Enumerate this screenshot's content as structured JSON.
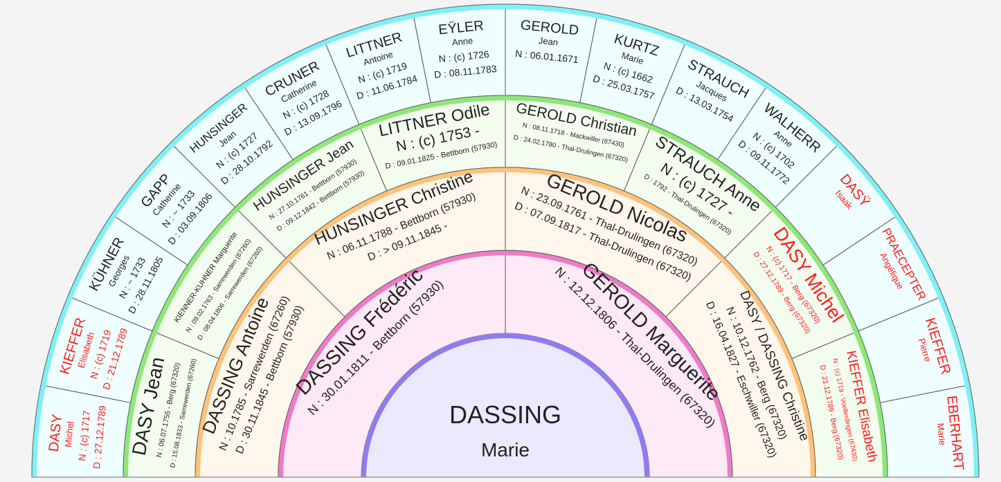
{
  "colors": {
    "text": "#222222",
    "highlight": "#ff1a1a",
    "root_fill": "#ece9fd",
    "root_band": "#8f7cf0",
    "gen1_fill": "#fdeaf6",
    "gen1_band": "#f07ac8",
    "gen2_fill": "#fff6ec",
    "gen2_band": "#ffc27a",
    "gen3_fill": "#f3fdef",
    "gen3_band": "#8ee878",
    "gen4_fill": "#effeff",
    "gen4_band": "#7ff0f5"
  },
  "root": {
    "surname": "DASSING",
    "given": "Marie"
  },
  "parents": [
    {
      "name": "DASSING Frédéric",
      "n": "N : 30.01.1811 - Bettborn (57930)",
      "highlight": false
    },
    {
      "name": "GEROLD Marguerite",
      "n": "N : 12.12.1806 - Thal-Drulingen (67320)",
      "highlight": false
    }
  ],
  "grandparents": [
    {
      "name": "DASSING Antoine",
      "n": "N : 10.1785 - Sarrewerden (67260)",
      "d": "D : 30.11.1845 - Bettborn (57930)",
      "highlight": false
    },
    {
      "name": "HUNSINGER Christine",
      "n": "N : 06.11.1788 - Bettborn (57930)",
      "d": "D : > 09.11.1845 -",
      "highlight": false
    },
    {
      "name": "GEROLD Nicolas",
      "n": "N : 23.09.1761 - Thal-Drulingen (67320)",
      "d": "D : 07.09.1817 - Thal-Drulingen (67320)",
      "highlight": false
    },
    {
      "name": "DASY / DASSING Christine",
      "n": "N : 10.12.1762 - Berg (67320)",
      "d": "D : 16.04.1827 - Eschwiller (67320)",
      "highlight": false
    }
  ],
  "great_grandparents": [
    {
      "name": "DASY Jean",
      "n": "N : 06.07.1755 - Berg (67320)",
      "d": "D : 15.08.1833 - Sarrewerden (67260)",
      "highlight": false
    },
    {
      "name": "KIENNER-KUHNER Marguerite",
      "n": "N : 09.02.1763 - Sarrewerden (67260)",
      "d": "D : 08.04.1806 - Sarrewerden (67260)",
      "highlight": false
    },
    {
      "name": "HUNSINGER Jean",
      "n": "N : 27.10.1761 - Bettborn (57930)",
      "d": "D : 09.12.1842 - Bettborn (57930)",
      "highlight": false
    },
    {
      "name": "LITTNER Odile",
      "n": "N : (c) 1753 -",
      "d": "D : 09.01.1825 - Bettborn (57930)",
      "highlight": false
    },
    {
      "name": "GEROLD Christian",
      "n": "N : 08.11.1718 - Mackwiller (67430)",
      "d": "D : 24.02.1780 - Thal-Drulingen (67320)",
      "highlight": false
    },
    {
      "name": "STRAUCH Anne",
      "n": "N : (c) 1727 -",
      "d": "D : 1792 - Thal-Drulingen (67320)",
      "highlight": false
    },
    {
      "name": "DASY Michel",
      "n": "N : (c) 1717 - Berg (67320)",
      "d": "D : 27.12.1789 - Berg (67320)",
      "highlight": true
    },
    {
      "name": "KIEFFER Elisabeth",
      "n": "N : (c) 1719 - Voellerdingen (67430)",
      "d": "D : 21.12.1789 - Berg (67320)",
      "highlight": true
    }
  ],
  "gg_grandparents": [
    {
      "surname": "DASY",
      "given": "Michel",
      "n": "N : (c) 1717",
      "d": "D : 27.12.1789",
      "highlight": true
    },
    {
      "surname": "KIEFFER",
      "given": "Elisabeth",
      "n": "N : (c) 1719",
      "d": "D : 21.12.1789",
      "highlight": true
    },
    {
      "surname": "KÜHNER",
      "given": "Georges",
      "n": "N : ~ 1733",
      "d": "D : 28.11.1805",
      "highlight": false
    },
    {
      "surname": "GAPP",
      "given": "Catherine",
      "n": "N : ~ 1733",
      "d": "D : 03.09.1806",
      "highlight": false
    },
    {
      "surname": "HUNSINGER",
      "given": "Jean",
      "n": "N : (c) 1727",
      "d": "D : 28.10.1792",
      "highlight": false
    },
    {
      "surname": "CRUNER",
      "given": "Catherine",
      "n": "N : (c) 1728",
      "d": "D : 13.09.1796",
      "highlight": false
    },
    {
      "surname": "LITTNER",
      "given": "Antoine",
      "n": "N : (c) 1719",
      "d": "D : 11.06.1784",
      "highlight": false
    },
    {
      "surname": "EŸLER",
      "given": "Anne",
      "n": "N : (c) 1726",
      "d": "D : 08.11.1783",
      "highlight": false
    },
    {
      "surname": "GEROLD",
      "given": "Jean",
      "n": "N : 06.01.1671",
      "highlight": false
    },
    {
      "surname": "KURTZ",
      "given": "Marie",
      "n": "N : (c) 1662",
      "d": "D : 25.03.1757",
      "highlight": false
    },
    {
      "surname": "STRAUCH",
      "given": "Jacques",
      "d": "D : 13.03.1754",
      "highlight": false
    },
    {
      "surname": "WALHERR",
      "given": "Anne",
      "n": "N : (c) 1702",
      "d": "D : 09.11.1772",
      "highlight": false
    },
    {
      "surname": "DASŸ",
      "given": "Isaak",
      "highlight": true
    },
    {
      "surname": "PRAECEPTER",
      "given": "Angélique",
      "highlight": true
    },
    {
      "surname": "KIEFFER",
      "given": "Pierre",
      "highlight": true
    },
    {
      "surname": "EBERHART",
      "given": "Marie",
      "highlight": true
    }
  ]
}
